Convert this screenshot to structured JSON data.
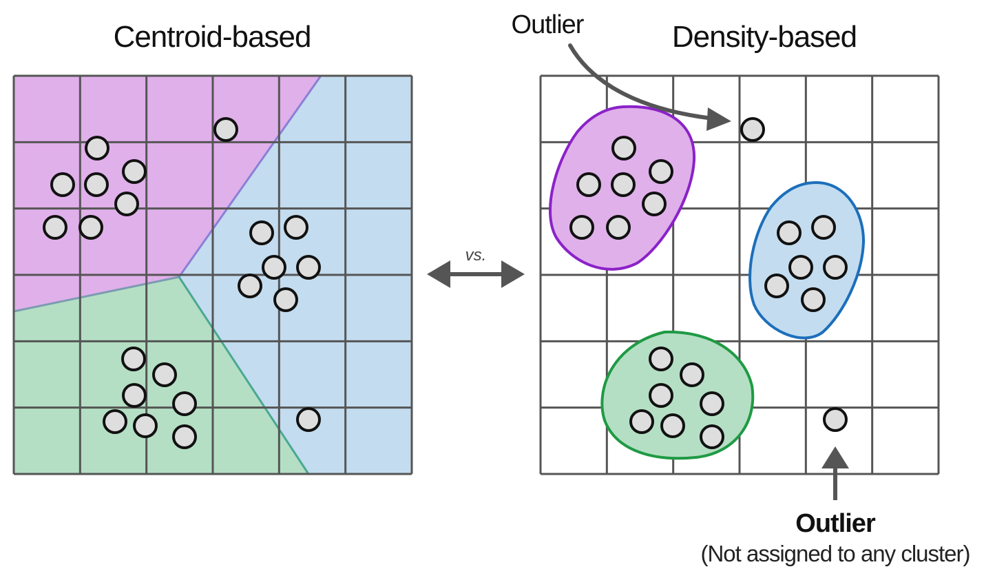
{
  "panels": {
    "left": {
      "title": "Centroid-based"
    },
    "right": {
      "title": "Density-based"
    }
  },
  "comparison_label": "vs.",
  "annotations": {
    "top_outlier": {
      "label": "Outlier"
    },
    "bottom_outlier": {
      "label": "Outlier",
      "note": "(Not assigned to any cluster)"
    }
  },
  "colors": {
    "cluster_purple_fill": "#e0b0ea",
    "cluster_purple_stroke": "#8b22c8",
    "cluster_blue_fill": "#c3dcef",
    "cluster_blue_stroke": "#1c6fba",
    "cluster_green_fill": "#b4dfc4",
    "cluster_green_stroke": "#1f9a44",
    "point_fill": "#dedede",
    "grid": "#555555",
    "arrow": "#555555"
  }
}
